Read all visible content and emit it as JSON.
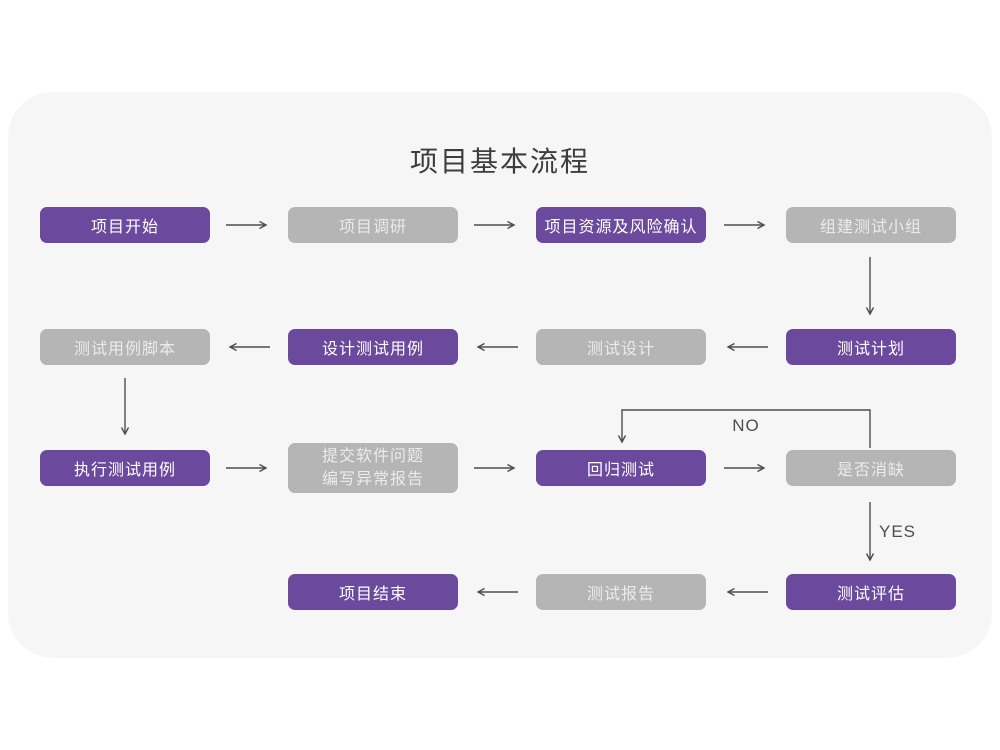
{
  "title": "项目基本流程",
  "colors": {
    "node_purple": "#6b4a9e",
    "node_gray": "#b5b5b5",
    "card_background": "#f6f6f7",
    "arrow": "#4d4d4d"
  },
  "decision_labels": {
    "no": "NO",
    "yes": "YES"
  },
  "nodes": {
    "start": {
      "label": "项目开始",
      "variant": "purple"
    },
    "research": {
      "label": "项目调研",
      "variant": "gray"
    },
    "resources_risk": {
      "label": "项目资源及风险确认",
      "variant": "purple"
    },
    "build_team": {
      "label": "组建测试小组",
      "variant": "gray"
    },
    "test_plan": {
      "label": "测试计划",
      "variant": "purple"
    },
    "test_design": {
      "label": "测试设计",
      "variant": "gray"
    },
    "design_cases": {
      "label": "设计测试用例",
      "variant": "purple"
    },
    "case_scripts": {
      "label": "测试用例脚本",
      "variant": "gray"
    },
    "execute_cases": {
      "label": "执行测试用例",
      "variant": "purple"
    },
    "submit_issues": {
      "label": "提交软件问题\n编写异常报告",
      "variant": "gray"
    },
    "regression": {
      "label": "回归测试",
      "variant": "purple"
    },
    "defect_cleared": {
      "label": "是否消缺",
      "variant": "gray"
    },
    "evaluation": {
      "label": "测试评估",
      "variant": "purple"
    },
    "test_report": {
      "label": "测试报告",
      "variant": "gray"
    },
    "end": {
      "label": "项目结束",
      "variant": "purple"
    }
  }
}
